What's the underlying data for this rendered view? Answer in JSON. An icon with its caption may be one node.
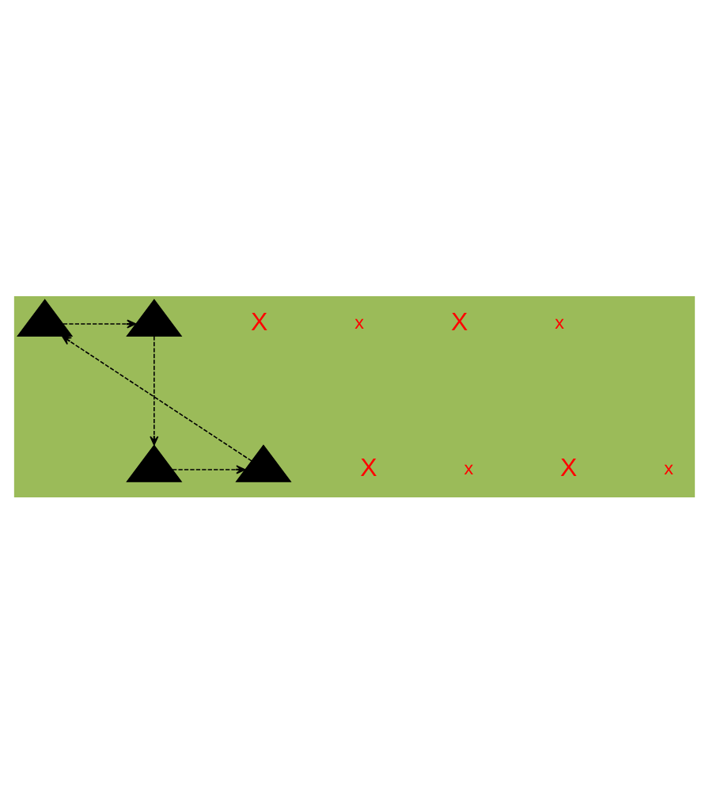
{
  "diagram": {
    "nodes": [
      {
        "text": [],
        "shape": "triangle"
      },
      {
        "text": [],
        "shape": "triangle"
      },
      {
        "text": [],
        "shape": "triangle"
      },
      {
        "text": [],
        "shape": "triangle"
      }
    ],
    "edges": [
      {
        "from": 0,
        "to": 1,
        "arrow": "to",
        "style": "dashed"
      },
      {
        "from": 1,
        "to": 3,
        "arrow": "to",
        "style": "dashed"
      },
      {
        "from": 3,
        "to": 2,
        "arrow": "to",
        "style": "dashed"
      },
      {
        "from": 2,
        "to": 0,
        "arrow": "to",
        "style": "dashed"
      }
    ],
    "labels": [
      "X",
      "x",
      "X",
      "x",
      "X",
      "x",
      "X",
      "x"
    ]
  }
}
